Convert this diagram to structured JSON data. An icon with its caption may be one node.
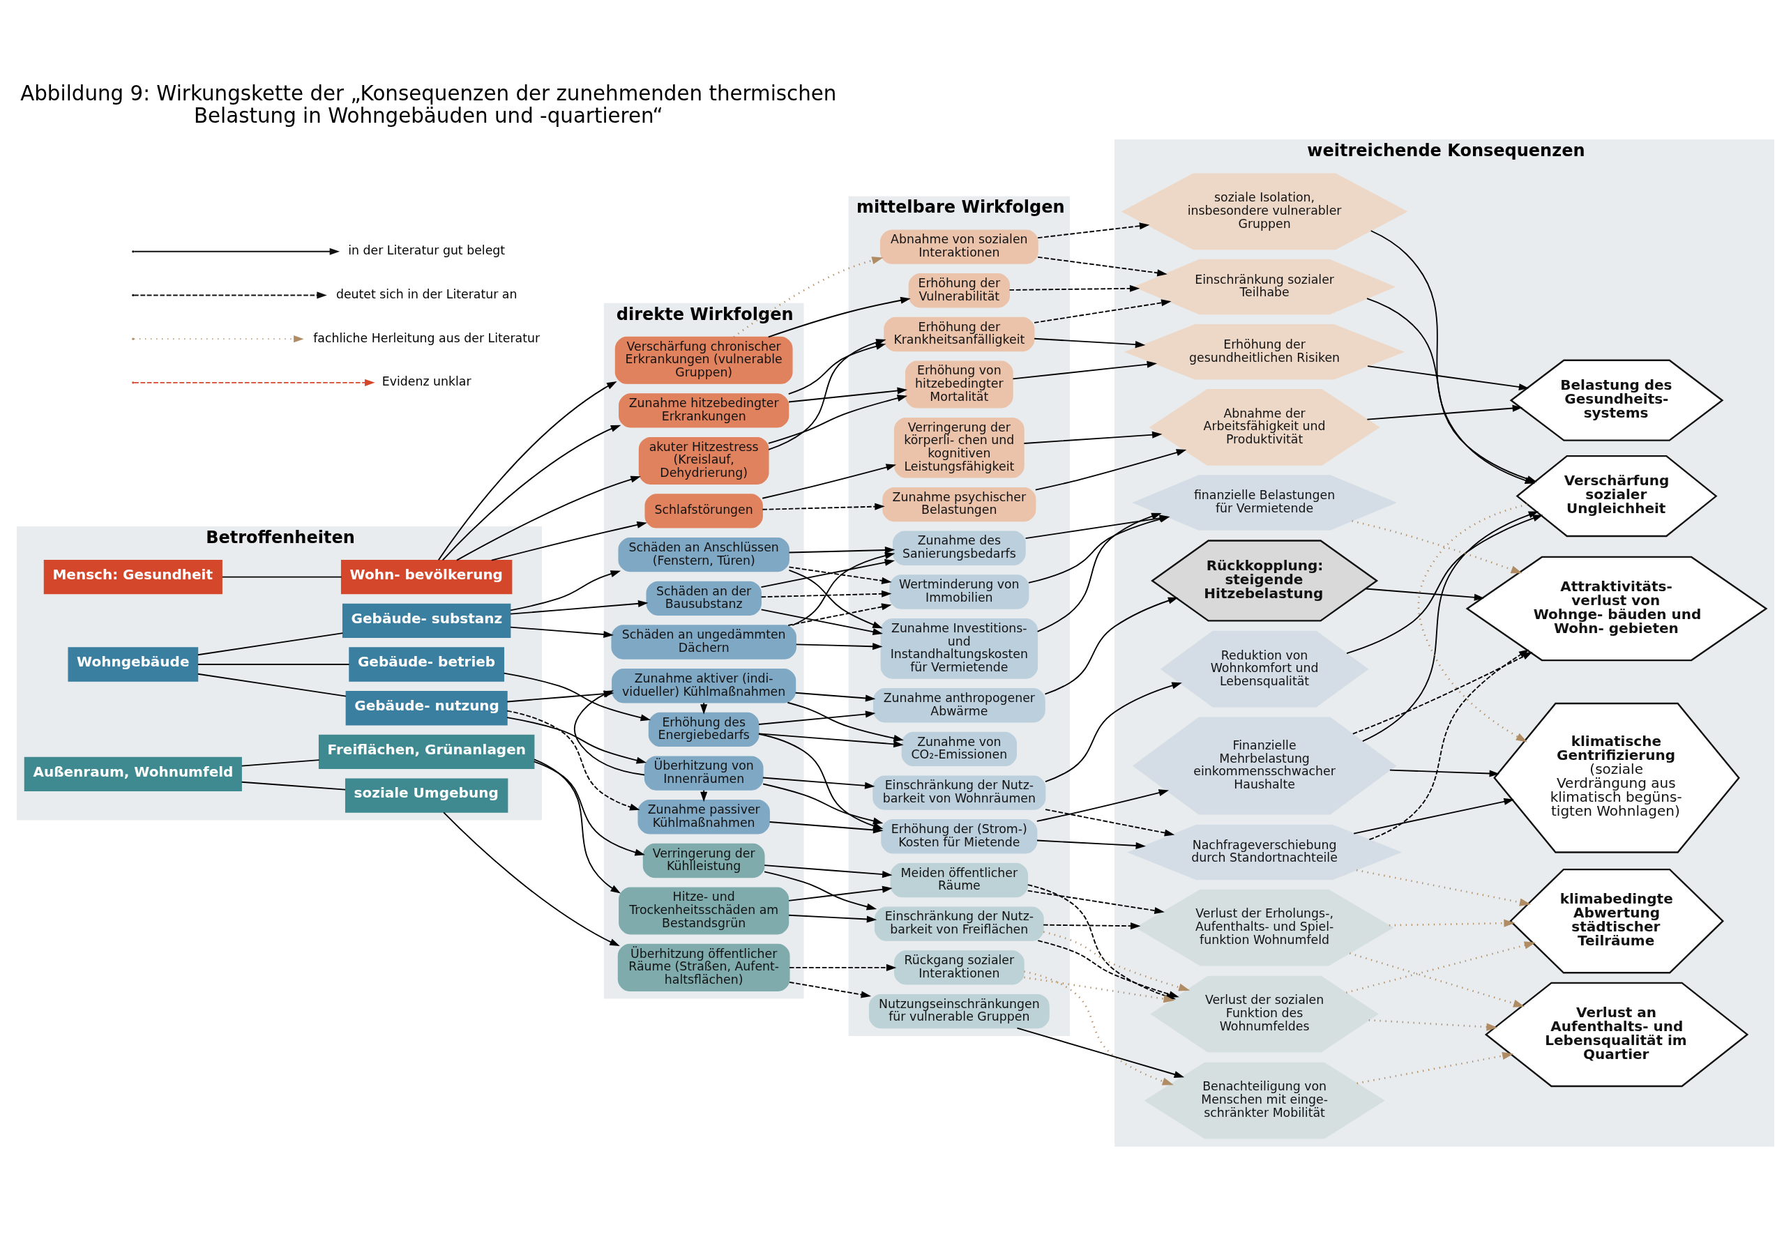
{
  "diagram": {
    "title": "Abbildung 9: Wirkungskette der „Konsequenzen der zunehmenden thermischen Belastung in Wohngebäuden und -quartieren“",
    "nodes": [
      {
        "text": [
          "Betroffenheiten"
        ]
      },
      {
        "text": [
          "Mensch: Gesundheit"
        ],
        "in": 0
      },
      {
        "text": [
          "Wohn- bevölkerung"
        ],
        "in": 0
      },
      {
        "text": [
          "Wohngebäude"
        ],
        "in": 0
      },
      {
        "text": [
          "Gebäude- nutzung"
        ],
        "in": 0
      },
      {
        "text": [
          "Gebäude- betrieb"
        ],
        "in": 0
      },
      {
        "text": [
          "Gebäude- substanz"
        ],
        "in": 0
      },
      {
        "text": [
          "Außenraum, Wohnumfeld"
        ],
        "in": 0
      },
      {
        "text": [
          "Freiflächen, Grünanlagen"
        ],
        "in": 0
      },
      {
        "text": [
          "soziale Umgebung"
        ],
        "in": 0
      },
      {
        "text": [
          "direkte Wirkfolgen"
        ]
      },
      {
        "text": [
          "Schlafstörungen"
        ],
        "in": 10
      },
      {
        "text": [
          "akuter Hitzestress (Kreislauf, Dehydrierung)"
        ],
        "in": 10
      },
      {
        "text": [
          "Zunahme hitzebedingter Erkrankungen"
        ],
        "in": 10
      },
      {
        "text": [
          "Verschärfung chronischer Erkrankungen (vulnerable Gruppen)"
        ],
        "in": 10
      },
      {
        "text": [
          "Zunahme passiver Kühlmaßnahmen"
        ],
        "in": 10
      },
      {
        "text": [
          "Überhitzung von Innenräumen"
        ],
        "in": 10
      },
      {
        "text": [
          "Zunahme aktiver (indi- vidueller) Kühlmaßnahmen"
        ],
        "in": 10
      },
      {
        "text": [
          "Erhöhung des Energiebedarfs"
        ],
        "in": 10
      },
      {
        "text": [
          "Schäden an der Bausubstanz"
        ],
        "in": 10
      },
      {
        "text": [
          "Schäden an ungedämmten Dächern"
        ],
        "in": 10
      },
      {
        "text": [
          "Schäden an Anschlüssen (Fenstern, Türen)"
        ],
        "in": 10
      },
      {
        "text": [
          "Hitze- und Trockenheitsschäden am Bestandsgrün"
        ],
        "in": 10
      },
      {
        "text": [
          "Verringerung der Kühlleistung"
        ],
        "in": 10
      },
      {
        "text": [
          "Überhitzung öffentlicher Räume (Straßen, Aufent- haltsflächen)"
        ],
        "in": 10
      },
      {
        "text": [
          "mittelbare Wirkfolgen"
        ]
      },
      {
        "text": [
          "Zunahme psychischer Belastungen"
        ],
        "in": 25
      },
      {
        "text": [
          "Verringerung der körperli- chen und kognitiven Leistungsfähigkeit"
        ],
        "in": 25
      },
      {
        "text": [
          "Erhöhung von hitzebedingter Mortalität"
        ],
        "in": 25
      },
      {
        "text": [
          "Erhöhung der Krankheitsanfälligkeit"
        ],
        "in": 25
      },
      {
        "text": [
          "Erhöhung der Vulnerabilität"
        ],
        "in": 25
      },
      {
        "text": [
          "Abnahme von sozialen Interaktionen"
        ],
        "in": 25
      },
      {
        "text": [
          "Einschränkung der Nutz- barkeit von Wohnräumen"
        ],
        "in": 25
      },
      {
        "text": [
          "Erhöhung der (Strom-) Kosten für Mietende"
        ],
        "in": 25
      },
      {
        "text": [
          "Zunahme von CO₂-Emissionen"
        ],
        "in": 25
      },
      {
        "text": [
          "Zunahme anthropogener Abwärme"
        ],
        "in": 25
      },
      {
        "text": [
          "Zunahme Investitions- und Instandhaltungskosten für Vermietende"
        ],
        "in": 25
      },
      {
        "text": [
          "Zunahme des Sanierungsbedarfs"
        ],
        "in": 25
      },
      {
        "text": [
          "Wertminderung von Immobilien"
        ],
        "in": 25
      },
      {
        "text": [
          "Meiden öffentlicher Räume"
        ],
        "in": 25
      },
      {
        "text": [
          "Einschränkung der Nutz- barkeit von Freiflächen"
        ],
        "in": 25
      },
      {
        "text": [
          "Rückgang sozialer Interaktionen"
        ],
        "in": 25
      },
      {
        "text": [
          "Nutzungseinschränkungen für vulnerable Gruppen"
        ],
        "in": 25
      },
      {
        "text": [
          "weitreichende Konsequenzen"
        ]
      },
      {
        "text": [
          "Abnahme der Arbeitsfähigkeit und Produktivität"
        ],
        "in": 43
      },
      {
        "text": [
          "Erhöhung der gesundheitlichen Risiken"
        ],
        "in": 43
      },
      {
        "text": [
          "Einschränkung sozialer Teilhabe"
        ],
        "in": 43
      },
      {
        "text": [
          "soziale Isolation, insbesondere vulnerabler Gruppen"
        ],
        "in": 43
      },
      {
        "text": [
          "Reduktion von Wohnkomfort und Lebensqualität"
        ],
        "in": 43
      },
      {
        "text": [
          "Finanzielle Mehrbelastung einkommensschwacher Haushalte"
        ],
        "in": 43
      },
      {
        "text": [
          "Nachfrageverschiebung durch Standortnachteile"
        ],
        "in": 43
      },
      {
        "text": [
          "finanzielle Belastungen für Vermietende"
        ],
        "in": 43
      },
      {
        "text": [
          "Verlust der Erholungs-, Aufenthalts- und Spiel- funktion Wohnumfeld"
        ],
        "in": 43
      },
      {
        "text": [
          "Verlust der sozialen Funktion des Wohnumfeldes"
        ],
        "in": 43
      },
      {
        "text": [
          "Benachteiligung von Menschen mit einge- schränkter Mobilität"
        ],
        "in": 43
      },
      {
        "text": [
          "Belastung des Gesundheits- systems"
        ],
        "in": 43
      },
      {
        "text": [
          "Verschärfung sozialer Ungleichheit"
        ],
        "in": 43
      },
      {
        "text": [
          "klimatische Gentrifizierung",
          "(soziale Verdrängung aus klimatisch begüns- tigten Wohnlagen)"
        ],
        "in": 43
      },
      {
        "text": [
          "Rückkopplung: steigende Hitzebelastung"
        ],
        "in": 43
      },
      {
        "text": [
          "Attraktivitäts- verlust von Wohnge- bäuden und Wohn- gebieten"
        ],
        "in": 43
      },
      {
        "text": [
          "klimabedingte Abwertung städtischer Teilräume"
        ],
        "in": 43
      },
      {
        "text": [
          "Verlust an Aufenthalts- und Lebensqualität im Quartier"
        ],
        "in": 43
      }
    ],
    "edges": [
      {
        "from": 1,
        "to": 2,
        "arrow": "none"
      },
      {
        "from": 3,
        "to": 4,
        "arrow": "none"
      },
      {
        "from": 3,
        "to": 5,
        "arrow": "none"
      },
      {
        "from": 3,
        "to": 6,
        "arrow": "none"
      },
      {
        "from": 7,
        "to": 8,
        "arrow": "none"
      },
      {
        "from": 7,
        "to": 9,
        "arrow": "none"
      },
      {
        "from": 2,
        "to": 11,
        "arrow": "to"
      },
      {
        "from": 2,
        "to": 12,
        "arrow": "to"
      },
      {
        "from": 2,
        "to": 13,
        "arrow": "to"
      },
      {
        "from": 2,
        "to": 14,
        "arrow": "to"
      },
      {
        "from": 4,
        "to": 15,
        "arrow": "to",
        "style": "dashed"
      },
      {
        "from": 4,
        "to": 16,
        "arrow": "to"
      },
      {
        "from": 4,
        "to": 17,
        "arrow": "to"
      },
      {
        "from": 16,
        "to": 15,
        "arrow": "to"
      },
      {
        "from": 16,
        "to": 17,
        "arrow": "to"
      },
      {
        "from": 17,
        "to": 18,
        "arrow": "to"
      },
      {
        "from": 5,
        "to": 18,
        "arrow": "to"
      },
      {
        "from": 6,
        "to": 19,
        "arrow": "to"
      },
      {
        "from": 6,
        "to": 20,
        "arrow": "to"
      },
      {
        "from": 6,
        "to": 21,
        "arrow": "to"
      },
      {
        "from": 8,
        "to": 22,
        "arrow": "to"
      },
      {
        "from": 8,
        "to": 23,
        "arrow": "to"
      },
      {
        "from": 9,
        "to": 24,
        "arrow": "to"
      },
      {
        "from": 11,
        "to": 26,
        "arrow": "to",
        "style": "dashed"
      },
      {
        "from": 11,
        "to": 27,
        "arrow": "to"
      },
      {
        "from": 12,
        "to": 28,
        "arrow": "to"
      },
      {
        "from": 12,
        "to": 29,
        "arrow": "to"
      },
      {
        "from": 13,
        "to": 28,
        "arrow": "to"
      },
      {
        "from": 13,
        "to": 29,
        "arrow": "to"
      },
      {
        "from": 14,
        "to": 30,
        "arrow": "to"
      },
      {
        "from": 14,
        "to": 31,
        "arrow": "to",
        "style": "dashed",
        "color": "#b08c64"
      },
      {
        "from": 15,
        "to": 33,
        "arrow": "to"
      },
      {
        "from": 18,
        "to": 33,
        "arrow": "to"
      },
      {
        "from": 16,
        "to": 32,
        "arrow": "to"
      },
      {
        "from": 16,
        "to": 33,
        "arrow": "to"
      },
      {
        "from": 17,
        "to": 34,
        "arrow": "to"
      },
      {
        "from": 17,
        "to": 35,
        "arrow": "to"
      },
      {
        "from": 18,
        "to": 34,
        "arrow": "to"
      },
      {
        "from": 18,
        "to": 35,
        "arrow": "to"
      },
      {
        "from": 19,
        "to": 36,
        "arrow": "to"
      },
      {
        "from": 20,
        "to": 36,
        "arrow": "to"
      },
      {
        "from": 21,
        "to": 36,
        "arrow": "to"
      },
      {
        "from": 19,
        "to": 37,
        "arrow": "to"
      },
      {
        "from": 20,
        "to": 37,
        "arrow": "to"
      },
      {
        "from": 21,
        "to": 37,
        "arrow": "to"
      },
      {
        "from": 19,
        "to": 38,
        "arrow": "to",
        "style": "dashed"
      },
      {
        "from": 20,
        "to": 38,
        "arrow": "to",
        "style": "dashed"
      },
      {
        "from": 21,
        "to": 38,
        "arrow": "to",
        "style": "dashed"
      },
      {
        "from": 22,
        "to": 39,
        "arrow": "to"
      },
      {
        "from": 22,
        "to": 40,
        "arrow": "to"
      },
      {
        "from": 23,
        "to": 39,
        "arrow": "to"
      },
      {
        "from": 23,
        "to": 40,
        "arrow": "to"
      },
      {
        "from": 24,
        "to": 41,
        "arrow": "to",
        "style": "dashed"
      },
      {
        "from": 24,
        "to": 42,
        "arrow": "to",
        "style": "dashed"
      },
      {
        "from": 26,
        "to": 44,
        "arrow": "to"
      },
      {
        "from": 27,
        "to": 44,
        "arrow": "to"
      },
      {
        "from": 28,
        "to": 45,
        "arrow": "to"
      },
      {
        "from": 29,
        "to": 45,
        "arrow": "to"
      },
      {
        "from": 29,
        "to": 46,
        "arrow": "to",
        "style": "dashed"
      },
      {
        "from": 30,
        "to": 46,
        "arrow": "to",
        "style": "dashed"
      },
      {
        "from": 31,
        "to": 46,
        "arrow": "to",
        "style": "dashed"
      },
      {
        "from": 31,
        "to": 47,
        "arrow": "to",
        "style": "dashed"
      },
      {
        "from": 32,
        "to": 48,
        "arrow": "to"
      },
      {
        "from": 32,
        "to": 50,
        "arrow": "to",
        "style": "dashed"
      },
      {
        "from": 33,
        "to": 49,
        "arrow": "to"
      },
      {
        "from": 33,
        "to": 50,
        "arrow": "to"
      },
      {
        "from": 35,
        "to": 58,
        "arrow": "to"
      },
      {
        "from": 36,
        "to": 51,
        "arrow": "to"
      },
      {
        "from": 37,
        "to": 51,
        "arrow": "to"
      },
      {
        "from": 38,
        "to": 51,
        "arrow": "to"
      },
      {
        "from": 39,
        "to": 52,
        "arrow": "to",
        "style": "dashed"
      },
      {
        "from": 40,
        "to": 52,
        "arrow": "to",
        "style": "dashed"
      },
      {
        "from": 39,
        "to": 53,
        "arrow": "to",
        "style": "dashed"
      },
      {
        "from": 40,
        "to": 53,
        "arrow": "to",
        "style": "dashed"
      },
      {
        "from": 40,
        "to": 53,
        "arrow": "to",
        "style": "dashed",
        "color": "#b08c64"
      },
      {
        "from": 41,
        "to": 53,
        "arrow": "to",
        "style": "dashed",
        "color": "#b08c64"
      },
      {
        "from": 41,
        "to": 54,
        "arrow": "to",
        "style": "dashed",
        "color": "#b08c64"
      },
      {
        "from": 42,
        "to": 54,
        "arrow": "to"
      },
      {
        "from": 44,
        "to": 55,
        "arrow": "to"
      },
      {
        "from": 45,
        "to": 55,
        "arrow": "to"
      },
      {
        "from": 46,
        "to": 56,
        "arrow": "to"
      },
      {
        "from": 47,
        "to": 56,
        "arrow": "to"
      },
      {
        "from": 48,
        "to": 56,
        "arrow": "to"
      },
      {
        "from": 49,
        "to": 56,
        "arrow": "to"
      },
      {
        "from": 49,
        "to": 57,
        "arrow": "to"
      },
      {
        "from": 50,
        "to": 57,
        "arrow": "to"
      },
      {
        "from": 56,
        "to": 57,
        "arrow": "to",
        "style": "dashed",
        "color": "#b08c64"
      },
      {
        "from": 49,
        "to": 59,
        "arrow": "to",
        "style": "dashed"
      },
      {
        "from": 50,
        "to": 59,
        "arrow": "to",
        "style": "dashed"
      },
      {
        "from": 58,
        "to": 59,
        "arrow": "to"
      },
      {
        "from": 50,
        "to": 60,
        "arrow": "to",
        "style": "dashed",
        "color": "#b08c64"
      },
      {
        "from": 51,
        "to": 59,
        "arrow": "to",
        "style": "dashed",
        "color": "#b08c64"
      },
      {
        "from": 52,
        "to": 60,
        "arrow": "to",
        "style": "dashed",
        "color": "#b08c64"
      },
      {
        "from": 53,
        "to": 60,
        "arrow": "to",
        "style": "dashed",
        "color": "#b08c64"
      },
      {
        "from": 52,
        "to": 61,
        "arrow": "to",
        "style": "dashed",
        "color": "#b08c64"
      },
      {
        "from": 53,
        "to": 61,
        "arrow": "to",
        "style": "dashed",
        "color": "#b08c64"
      },
      {
        "from": 54,
        "to": 61,
        "arrow": "to",
        "style": "dashed",
        "color": "#b08c64"
      }
    ],
    "legend": [
      {
        "text": "in der Literatur gut belegt"
      },
      {
        "text": "deutet sich in der Literatur an"
      },
      {
        "text": "fachliche Herleitung aus der Literatur"
      },
      {
        "text": "Evidenz unklar"
      }
    ]
  }
}
